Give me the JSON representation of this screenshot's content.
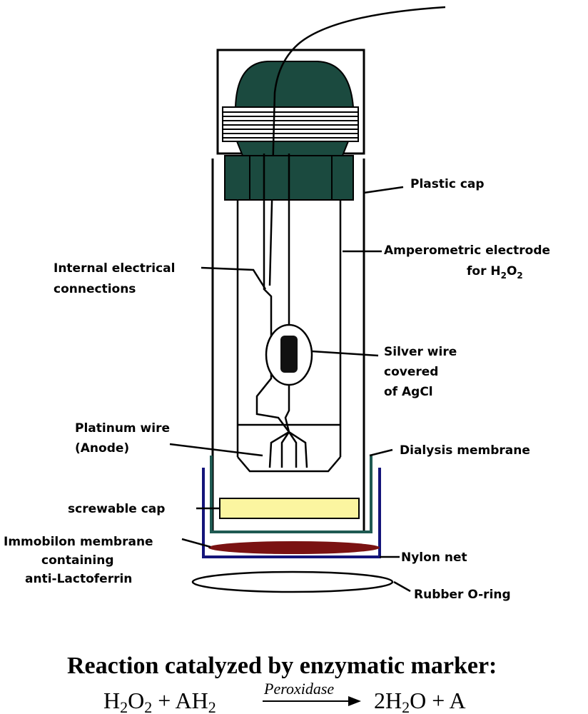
{
  "labels": {
    "plastic_cap": "Plastic cap",
    "amperometric_1": "Amperometric electrode",
    "amperometric_2": "for H",
    "amperometric_sub1": "2",
    "amperometric_o": "O",
    "amperometric_sub2": "2",
    "internal_1": "Internal electrical",
    "internal_2": "connections",
    "silver_1": "Silver wire",
    "silver_2": "covered",
    "silver_3": "of AgCl",
    "platinum_1": "Platinum wire",
    "platinum_2": "(Anode)",
    "dialysis": "Dialysis membrane",
    "screwable": "screwable cap",
    "immobilon_1": "Immobilon membrane",
    "immobilon_2": "containing",
    "immobilon_3": "anti-Lactoferrin",
    "nylon": "Nylon net",
    "oring": "Rubber O-ring"
  },
  "reaction": {
    "title": "Reaction catalyzed by enzymatic marker:",
    "h": "H",
    "two": "2",
    "o": "O",
    "plus_ah": " + AH",
    "enzyme": "Peroxidase",
    "product_2h": "2H",
    "plus_a": "O + A"
  },
  "colors": {
    "cap_green": "#1b4a3f",
    "screw_yellow": "#fbf5a0",
    "membrane_red": "#7a1212",
    "nylon_blue": "#14147a",
    "dialysis_teal": "#1f5a52"
  }
}
